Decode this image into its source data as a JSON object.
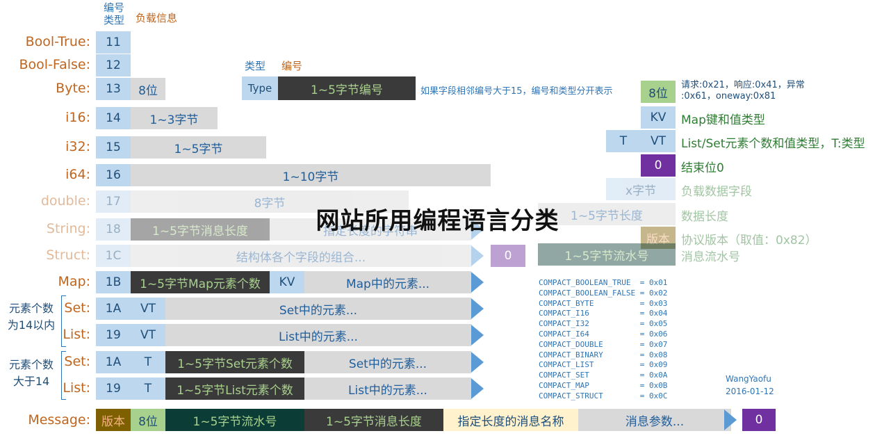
{
  "header": {
    "code_type": "编号\n类型",
    "payload": "负载信息"
  },
  "rows": [
    {
      "label": "Bool-True:",
      "code": "11"
    },
    {
      "label": "Bool-False:",
      "code": "12"
    },
    {
      "label": "Byte:",
      "code": "13",
      "payload": "8位"
    },
    {
      "label": "i16:",
      "code": "14",
      "payload": "1~3字节"
    },
    {
      "label": "i32:",
      "code": "15",
      "payload": "1~5字节"
    },
    {
      "label": "i64:",
      "code": "16",
      "payload": "1~10字节"
    },
    {
      "label": "double:",
      "code": "17",
      "payload": "8字节"
    },
    {
      "label": "String:",
      "code": "18",
      "payload": "1~5字节消息长度",
      "payload2": "指定长度的字符串"
    },
    {
      "label": "Struct:",
      "code": "1C",
      "payload": "结构体各个字段的组合...",
      "end": "0"
    },
    {
      "label": "Map:",
      "code": "1B",
      "payload": "1~5字节Map元素个数",
      "kv": "KV",
      "elems": "Map中的元素..."
    },
    {
      "label": "Set:",
      "code": "1A",
      "vt": "VT",
      "elems": "Set中的元素..."
    },
    {
      "label": "List:",
      "code": "19",
      "vt": "VT",
      "elems": "List中的元素..."
    },
    {
      "label": "Set:",
      "code": "1A",
      "t": "T",
      "count": "1~5字节Set元素个数",
      "elems": "Set中的元素..."
    },
    {
      "label": "List:",
      "code": "19",
      "t": "T",
      "count": "1~5字节List元素个数",
      "elems": "List中的元素..."
    }
  ],
  "side": {
    "small": "元素个数\n为14以内",
    "large": "元素个数\n大于14"
  },
  "field_header": {
    "type_label": "类型",
    "num_label": "编号",
    "type": "Type",
    "num": "1~5字节编号",
    "note": "如果字段相邻编号大于15，编号和类型分开表示"
  },
  "legend": [
    {
      "key": "8位",
      "text": "请求:0x21，响应:0x41，异常\n:0x61，oneway:0x81"
    },
    {
      "key": "KV",
      "text": "Map键和值类型"
    },
    {
      "key": "VT",
      "key2": "T",
      "text": "List/Set元素个数和值类型，T:类型"
    },
    {
      "key": "0",
      "text": "结束位0"
    },
    {
      "key": "x字节",
      "text": "负载数据字段"
    },
    {
      "key": "1~5字节长度",
      "text": "数据长度"
    },
    {
      "key": "版本",
      "text": "协议版本（取值：0x82）"
    },
    {
      "key": "1~5字节流水号",
      "text": "消息流水号"
    }
  ],
  "codes": [
    "COMPACT_BOOLEAN_TRUE  = 0x01",
    "COMPACT_BOOLEAN_FALSE = 0x02",
    "COMPACT_BYTE          = 0x03",
    "COMPACT_I16           = 0x04",
    "COMPACT_I32           = 0x05",
    "COMPACT_I64           = 0x06",
    "COMPACT_DOUBLE        = 0x07",
    "COMPACT_BINARY        = 0x08",
    "COMPACT_LIST          = 0x09",
    "COMPACT_SET           = 0x0A",
    "COMPACT_MAP           = 0x0B",
    "COMPACT_STRUCT        = 0x0C"
  ],
  "author": {
    "name": "WangYaofu",
    "date": "2016-01-12"
  },
  "message": {
    "label": "Message:",
    "version": "版本",
    "bits": "8位",
    "seq": "1~5字节流水号",
    "len": "1~5字节消息长度",
    "name": "指定长度的消息名称",
    "params": "消息参数...",
    "end": "0"
  },
  "title": "网站所用编程语言分类"
}
